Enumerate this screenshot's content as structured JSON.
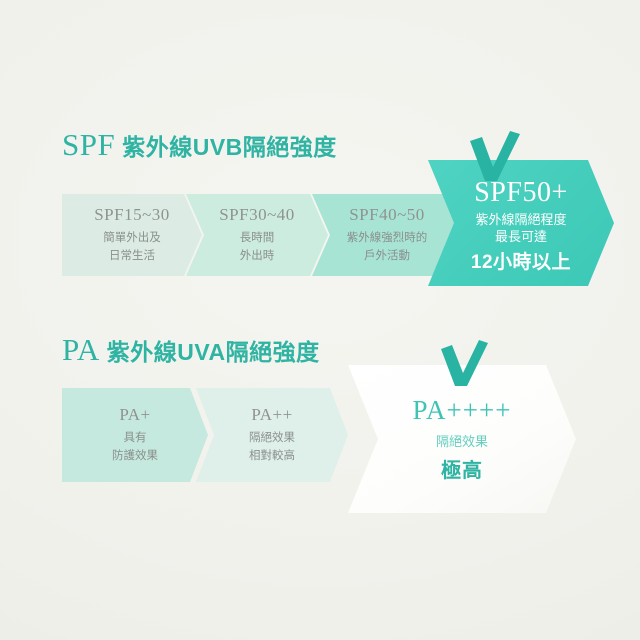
{
  "theme": {
    "background": "#f1f1ed",
    "accent_teal": "#2fb3a3",
    "highlight_teal": "#45cdbd",
    "muted_text": "#8a8f8c",
    "white": "#ffffff"
  },
  "sections": [
    {
      "id": "spf",
      "abbr": "SPF",
      "heading": "紫外線UVB隔絕強度",
      "steps": [
        {
          "title": "SPF15~30",
          "desc_line1": "簡單外出及",
          "desc_line2": "日常生活",
          "color": "#dcece5",
          "highlight": false
        },
        {
          "title": "SPF30~40",
          "desc_line1": "長時間",
          "desc_line2": "外出時",
          "color": "#cdece0",
          "highlight": false
        },
        {
          "title": "SPF40~50",
          "desc_line1": "紫外線強烈時的",
          "desc_line2": "戶外活動",
          "color": "#a7e4d4",
          "highlight": false
        },
        {
          "title": "SPF50+",
          "desc_line1": "紫外線隔絕程度",
          "desc_line2": "最長可達",
          "emphasis": "12小時以上",
          "color": "#45cdbd",
          "highlight": true,
          "check": "checkmark-icon"
        }
      ]
    },
    {
      "id": "pa",
      "abbr": "PA",
      "heading": "紫外線UVA隔絕強度",
      "steps": [
        {
          "title": "PA+",
          "desc_line1": "具有",
          "desc_line2": "防護效果",
          "color": "#c5e9de",
          "highlight": false
        },
        {
          "title": "PA++",
          "desc_line1": "隔絕效果",
          "desc_line2": "相對較高",
          "color": "#dff0ea",
          "highlight": false
        },
        {
          "title": "PA++++",
          "desc_line1": "隔絕效果",
          "emphasis": "極高",
          "color": "#ffffff",
          "highlight": true,
          "check": "checkmark-icon"
        }
      ]
    }
  ]
}
